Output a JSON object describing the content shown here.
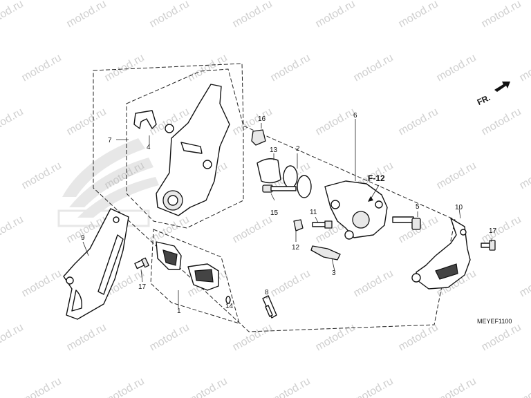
{
  "diagram": {
    "watermark": "motod.ru",
    "direction_label": "FR.",
    "reference_label": "F-12",
    "drawing_code": "MEYEF1100",
    "callouts": [
      "1",
      "2",
      "3",
      "4",
      "5",
      "6",
      "7",
      "8",
      "9",
      "10",
      "11",
      "12",
      "13",
      "14",
      "15",
      "16",
      "17",
      "17"
    ]
  }
}
